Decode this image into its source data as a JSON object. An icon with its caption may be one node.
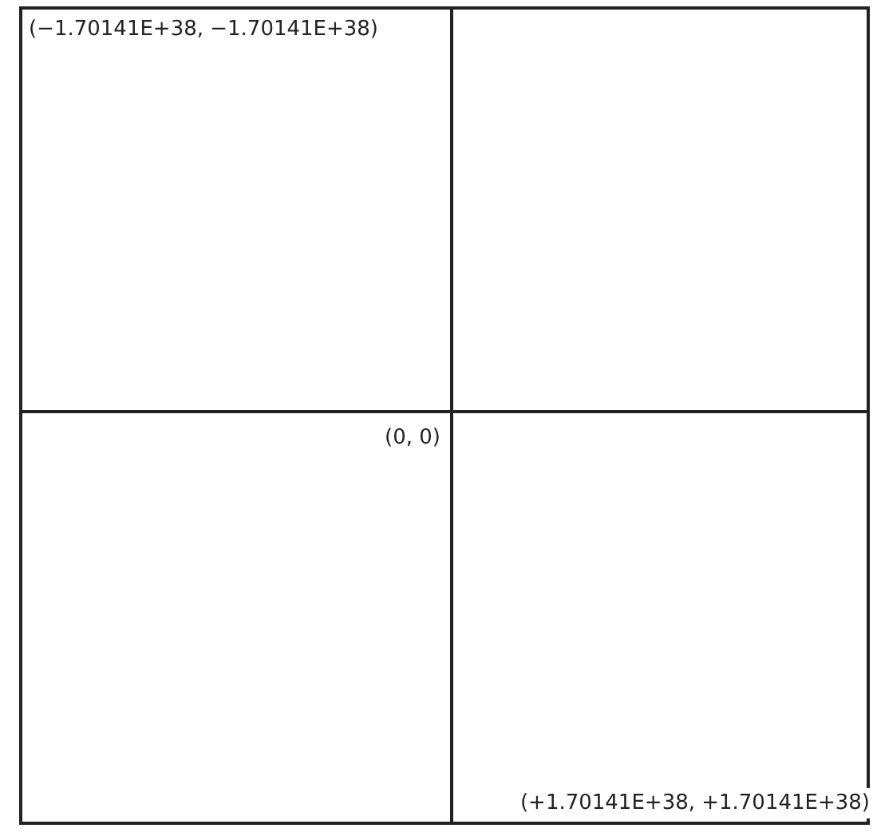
{
  "diagram": {
    "labels": [
      "(−1.70141E+38, −1.70141E+38)",
      "(0, 0)",
      "(+1.70141E+38, +1.70141E+38)"
    ]
  }
}
